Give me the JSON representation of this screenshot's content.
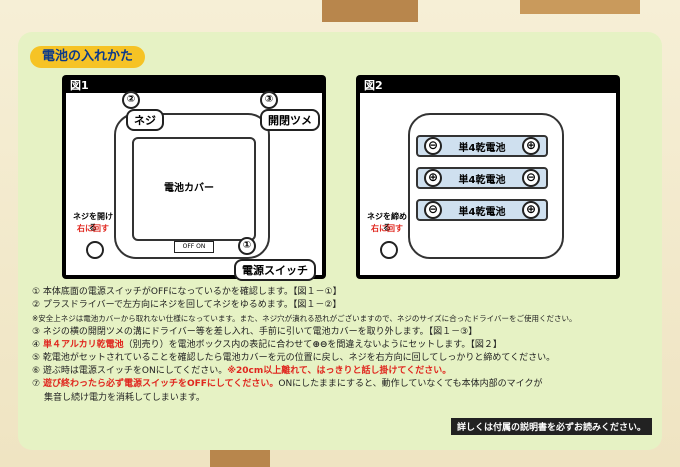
{
  "title": "電池の入れかた",
  "fig1": {
    "label": "図1",
    "callout_screw": "ネジ",
    "callout_tab": "開閉ツメ",
    "callout_switch": "電源スイッチ",
    "num_2": "②",
    "num_3": "③",
    "num_1": "①",
    "cover_label": "電池カバー",
    "switch_text": "OFF ON",
    "rotate_top": "ネジを開ける",
    "rotate_dir": "右に回す"
  },
  "fig2": {
    "label": "図2",
    "batteries": [
      {
        "left": "⊖",
        "text": "単4乾電池",
        "right": "⊕"
      },
      {
        "left": "⊕",
        "text": "単4乾電池",
        "right": "⊖"
      },
      {
        "left": "⊖",
        "text": "単4乾電池",
        "right": "⊕"
      }
    ],
    "rotate_top": "ネジを締める",
    "rotate_dir": "右に回す"
  },
  "instructions": [
    "① 本体底面の電源スイッチがOFFになっているかを確認します。【図１－①】",
    "② プラスドライバーで左方向にネジを回してネジをゆるめます。【図１－②】",
    "※安全上ネジは電池カバーから取れない仕様になっています。また、ネジ穴が潰れる恐れがございますので、ネジのサイズに合ったドライバーをご使用ください。",
    "③ ネジの横の開閉ツメの溝にドライバー等を差し入れ、手前に引いて電池カバーを取り外します。【図１－③】",
    "④ ",
    "単４アルカリ乾電池",
    "（別売り）を電池ボックス内の表記に合わせて",
    "⊕⊖",
    "を間違えないようにセットします。【図２】",
    "⑤ 乾電池がセットされていることを確認したら電池カバーを元の位置に戻し、ネジを右方向に回してしっかりと締めてください。",
    "⑥ 遊ぶ時は電源スイッチをONにしてください。",
    "※20cm以上離れて、はっきりと話し掛けてください。",
    "⑦ ",
    "遊び終わったら必ず電源スイッチをOFFにしてください。",
    "ONにしたままにすると、動作していなくても本体内部のマイクが",
    "集音し続け電力を消耗してしまいます。"
  ],
  "note": "詳しくは付属の説明書を必ずお読みください。"
}
